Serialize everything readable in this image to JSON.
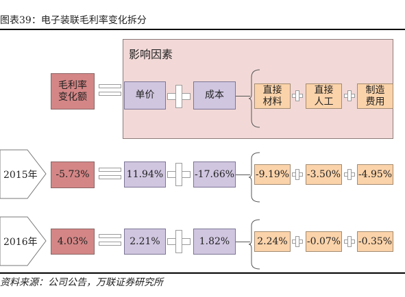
{
  "title": "图表39：电子装联毛利率变化拆分",
  "header": {
    "zone_label": "影响因素",
    "margin_change": "毛利率\n变化额",
    "unit_price": "单价",
    "cost": "成本",
    "material": "直接\n材料",
    "labor": "直接\n人工",
    "manufacturing": "制造\n费用"
  },
  "rows": [
    {
      "year": "2015年",
      "margin_change": "-5.73%",
      "unit_price": "11.94%",
      "cost": "-17.66%",
      "material": "-9.19%",
      "labor": "-3.50%",
      "manufacturing": "-4.95%"
    },
    {
      "year": "2016年",
      "margin_change": "4.03%",
      "unit_price": "2.21%",
      "cost": "1.82%",
      "material": "2.24%",
      "labor": "-0.07%",
      "manufacturing": "-0.35%"
    }
  ],
  "source": "资料来源：公司公告，万联证券研究所",
  "colors": {
    "margin_box": "#d48686",
    "factor_box": "#d0c6e0",
    "component_box": "#fbd3aa",
    "influence_zone": "#f2d9d7"
  }
}
